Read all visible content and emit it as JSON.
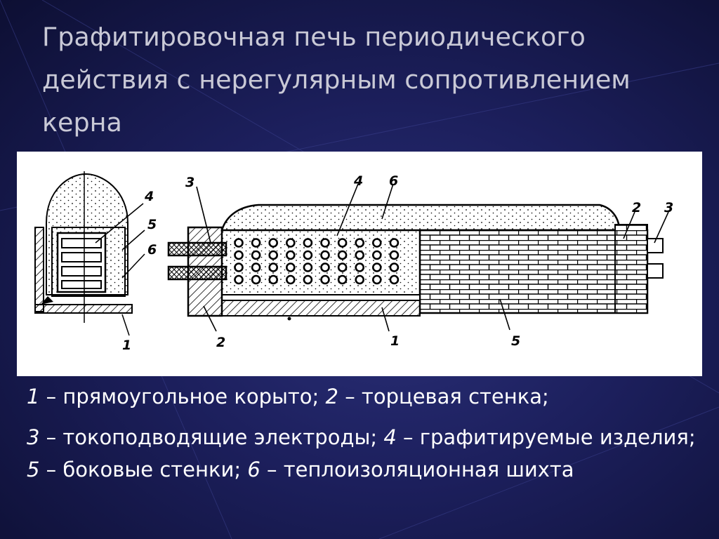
{
  "title": "Графитировочная печь периодического действия с нерегулярным сопротивлением керна",
  "diagram": {
    "labels": {
      "cross_4": "4",
      "cross_5": "5",
      "cross_6": "6",
      "cross_1": "1",
      "side_3_left": "3",
      "side_4": "4",
      "side_6": "6",
      "side_2_right": "2",
      "side_3_right": "3",
      "side_2_bottom": "2",
      "side_1_bottom": "1",
      "side_5_bottom": "5"
    }
  },
  "legend": {
    "i1_num": "1",
    "i1_text": " – прямоугольное корыто; ",
    "i2_num": "2",
    "i2_text": " – торцевая стенка;",
    "i3_num": "3",
    "i3_text": " – токоподводящие электроды; ",
    "i4_num": "4",
    "i4_text": " – графитируемые изделия; ",
    "i5_num": "5",
    "i5_text": " – боковые стенки; ",
    "i6_num": "6",
    "i6_text": " – теплоизоляционная шихта"
  },
  "colors": {
    "background": "#1c1f5c",
    "title": "#c9c9d6",
    "legend_text": "#ffffff",
    "panel": "#ffffff"
  }
}
